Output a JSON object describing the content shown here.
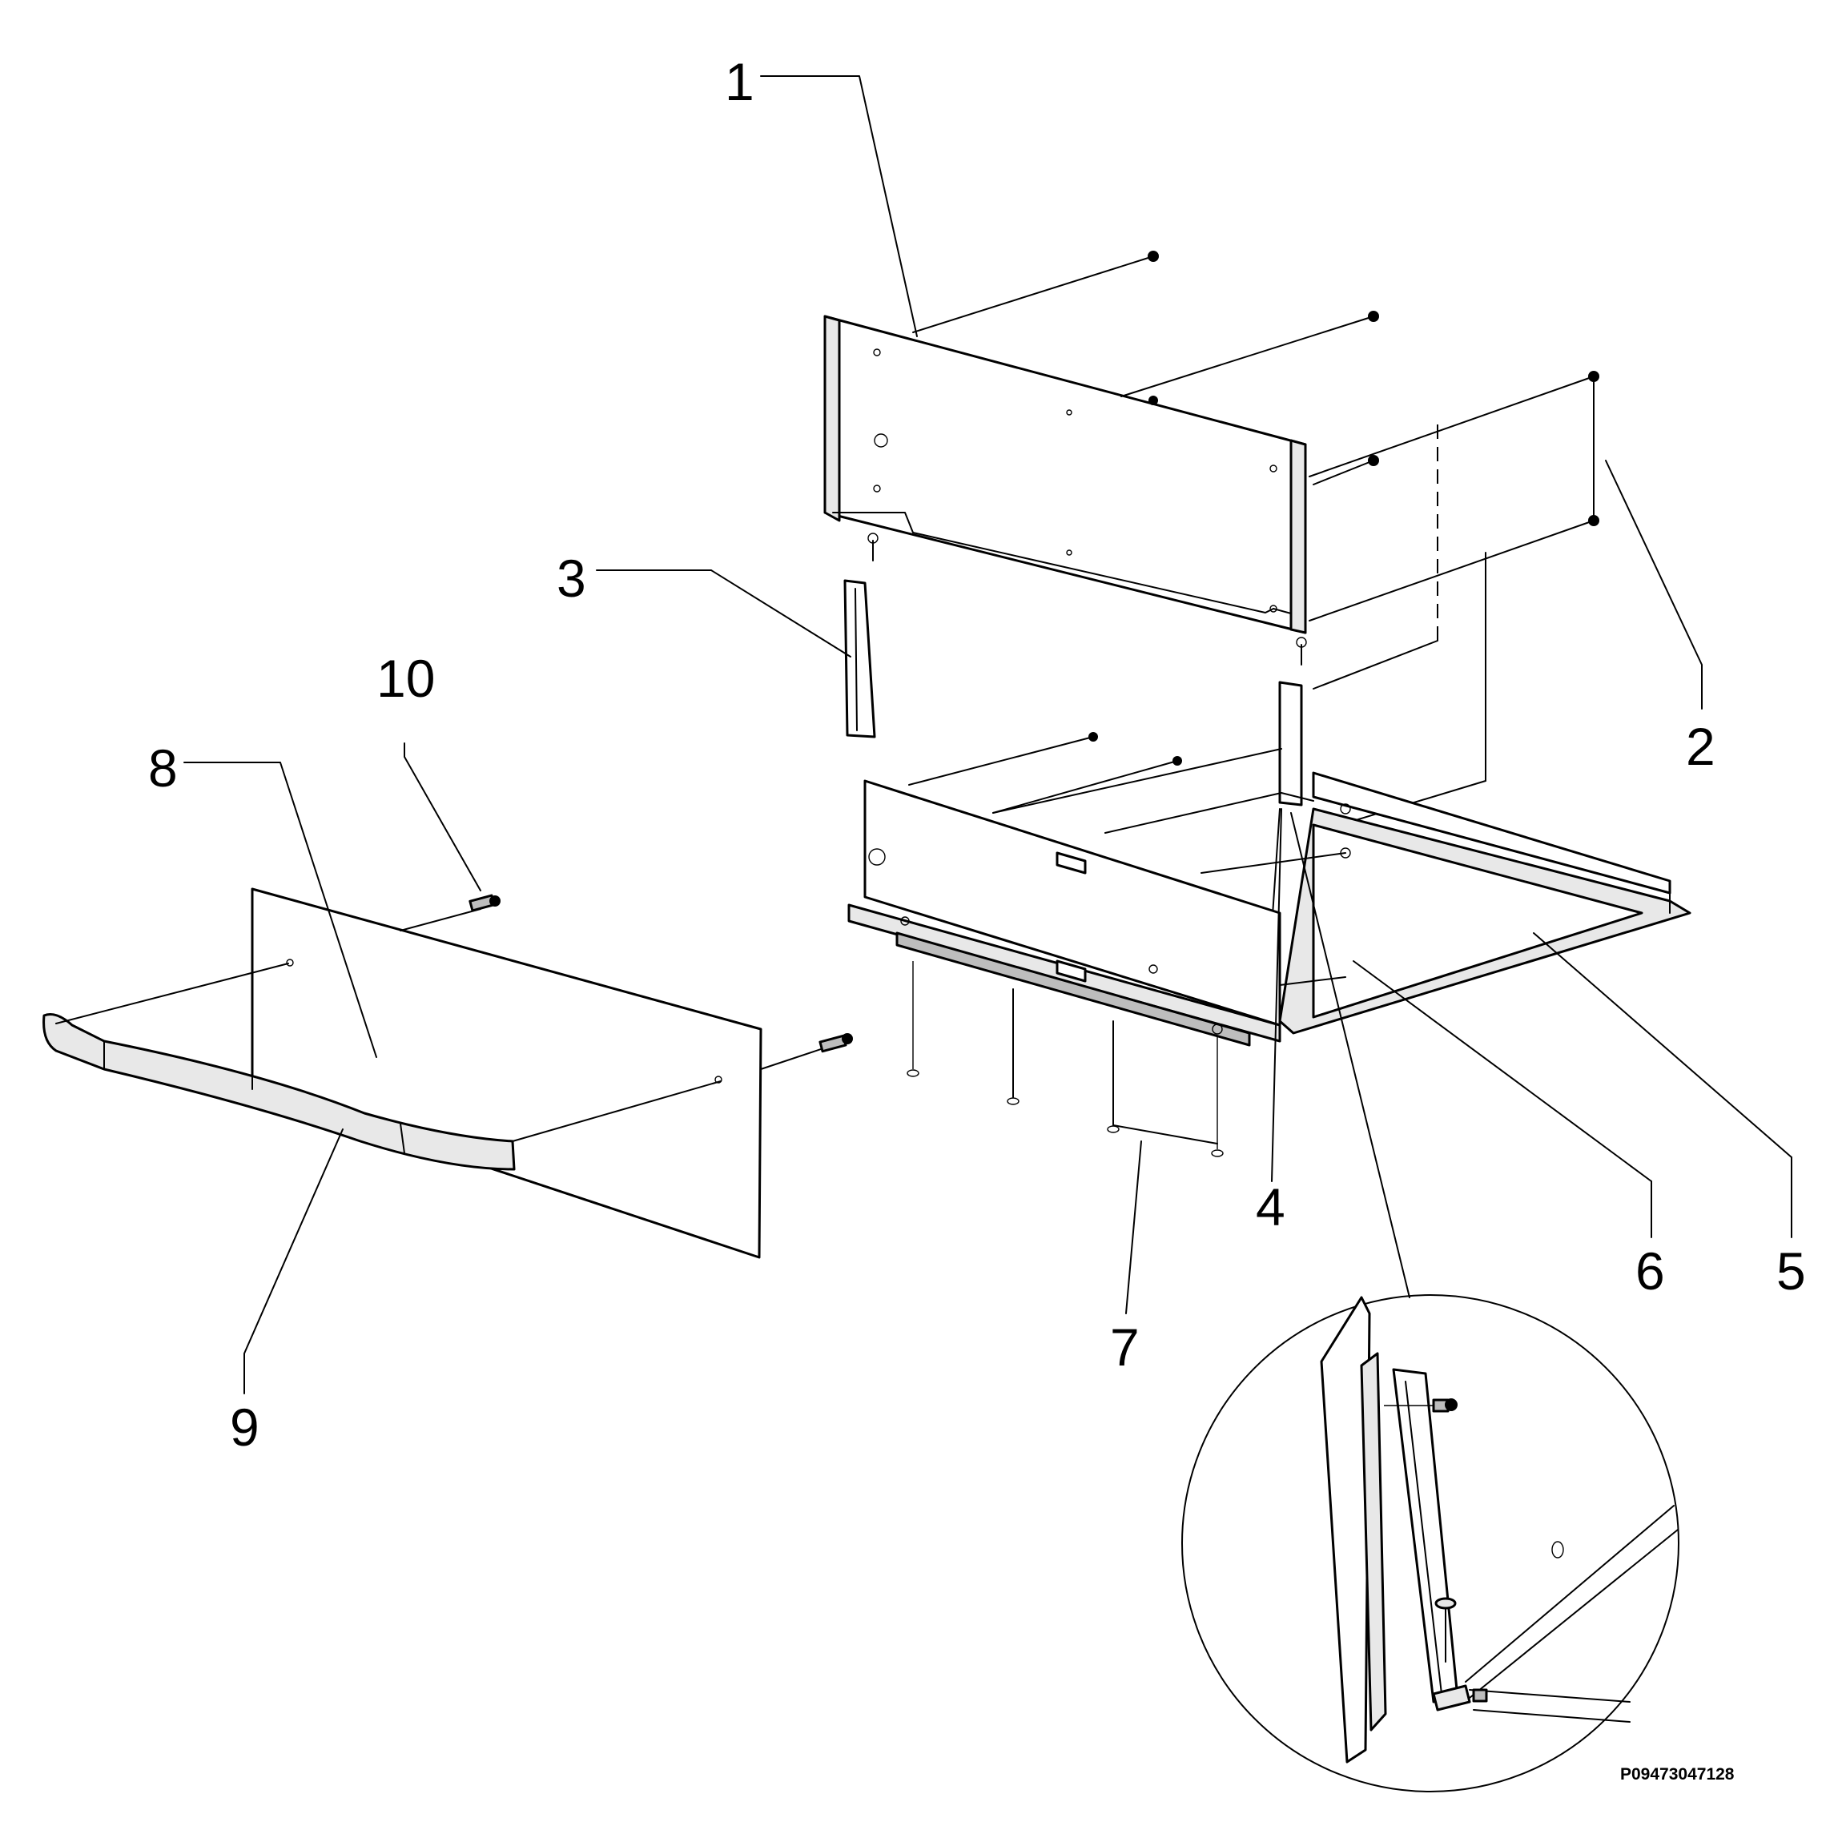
{
  "callouts": [
    {
      "id": "callout-1",
      "label": "1"
    },
    {
      "id": "callout-2",
      "label": "2"
    },
    {
      "id": "callout-3",
      "label": "3"
    },
    {
      "id": "callout-4",
      "label": "4"
    },
    {
      "id": "callout-5",
      "label": "5"
    },
    {
      "id": "callout-6",
      "label": "6"
    },
    {
      "id": "callout-7",
      "label": "7"
    },
    {
      "id": "callout-8",
      "label": "8"
    },
    {
      "id": "callout-9",
      "label": "9"
    },
    {
      "id": "callout-10",
      "label": "10"
    }
  ],
  "drawing_code": "P09473047128"
}
